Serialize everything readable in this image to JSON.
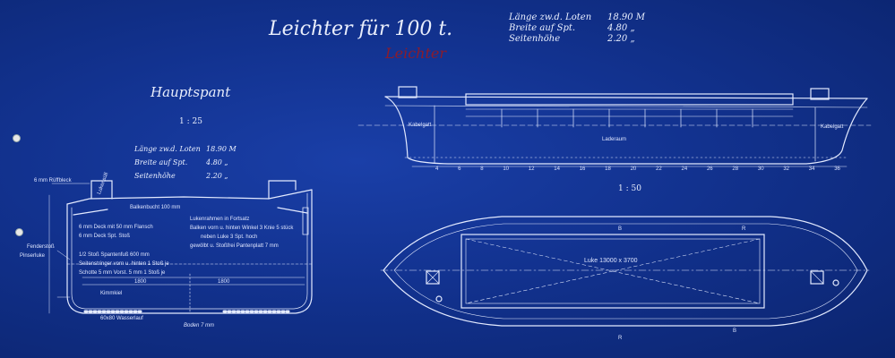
{
  "drawing": {
    "title": "Leichter für 100 t.",
    "red_annotation": "Leichter",
    "specs": [
      {
        "label": "Länge zw.d. Loten",
        "value": "18.90 M"
      },
      {
        "label": "Breite auf Spt.",
        "value": "4.80 „"
      },
      {
        "label": "Seitenhöhe",
        "value": "2.20 „"
      }
    ]
  },
  "midship": {
    "heading": "Hauptspant",
    "scale": "1 : 25",
    "dims": [
      {
        "label": "Länge zw.d. Loten",
        "value": "18.90 M"
      },
      {
        "label": "Breite auf Spt.",
        "value": "4.80 „"
      },
      {
        "label": "Seitenhöhe",
        "value": "2.20 „"
      }
    ],
    "labels": {
      "ruff": "6 mm Rüffbleck",
      "lukensuell": "Lukensüll",
      "balkenbucht": "Balkenbucht 100 mm",
      "flansch": "6 mm Deck mit 50 mm Flansch",
      "deckstos": "6 mm Deck Spt. Stoß",
      "fenderstos": "Fenderstoß",
      "pinserluke": "Pinserluke",
      "kimmkiel": "Kimmkiel",
      "wasserlauf": "60x80 Wasserlauf",
      "boden": "Boden 7 mm",
      "spant_left": "1800",
      "spant_right": "1800",
      "notes": [
        "Lukenrahmen in Fortsatz",
        "Balken vorn u. hinten Winkel 3 Knie 5 stück",
        "neben Luke 3 Spt. hoch",
        "gewölbt u. Stoßfrei Pantenplatt 7 mm",
        "1/2 Stoß Spantenfuß 600 mm",
        "Seitenstringer vorn u. hinten 1 Stoß je",
        "Schotte 5 mm Vorst. 5 mm 1 Stoß je"
      ]
    }
  },
  "side_view": {
    "labels": {
      "kabelgatt_left": "Kabelgatt",
      "kabelgatt_right": "Kabelgatt",
      "laderaum": "Laderaum"
    },
    "frame_numbers": [
      "4",
      "6",
      "8",
      "10",
      "12",
      "14",
      "16",
      "18",
      "20",
      "22",
      "24",
      "26",
      "28",
      "30",
      "32",
      "34",
      "36"
    ],
    "scale": "1 : 50"
  },
  "plan_view": {
    "luke_label": "Luke 13000 x 3700",
    "marks": [
      "B",
      "R",
      "R",
      "B"
    ]
  }
}
